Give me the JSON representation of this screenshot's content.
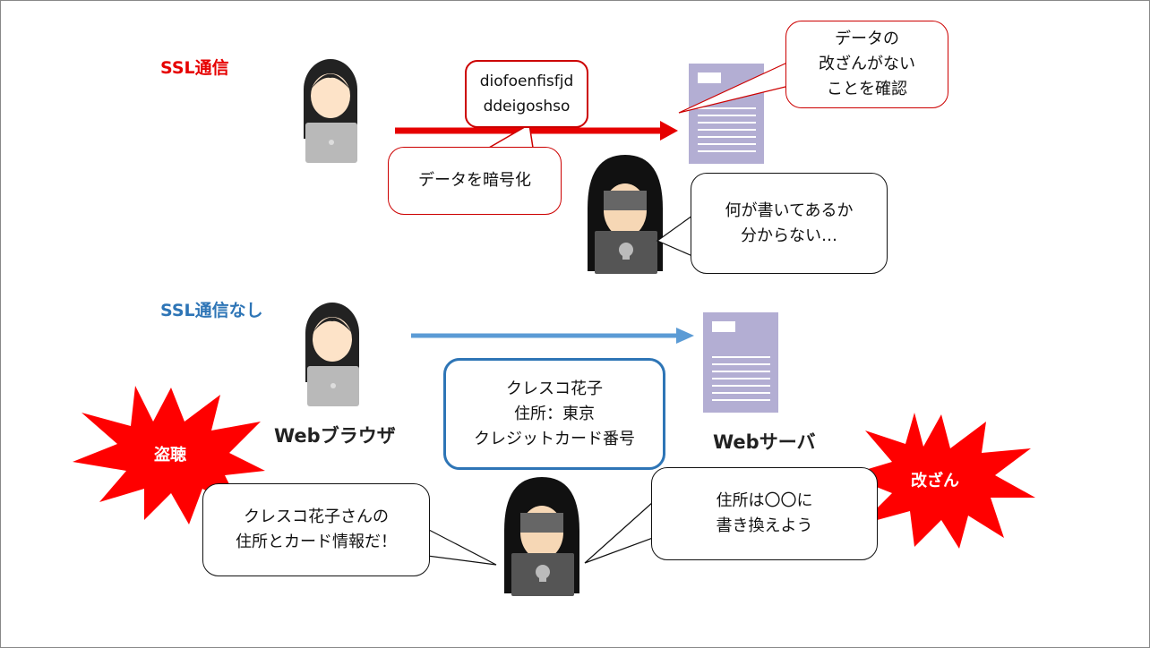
{
  "ssl": {
    "title": "SSL通信",
    "encrypted_data": "diofoenfisfjd\nddeigoshso",
    "encrypt_callout": "データを暗号化",
    "server_callout": "データの\n改ざんがない\nことを確認",
    "attacker_callout": "何が書いてあるか\n分からない…"
  },
  "no_ssl": {
    "title": "SSL通信なし",
    "browser_label": "Webブラウザ",
    "server_label": "Webサーバ",
    "plain_data": "クレスコ花子\n住所：東京\nクレジットカード番号",
    "eavesdrop_badge": "盗聴",
    "tamper_badge": "改ざん",
    "eavesdrop_callout": "クレスコ花子さんの\n住所とカード情報だ！",
    "tamper_callout": "住所は〇〇に\n書き換えよう"
  },
  "colors": {
    "ssl": "#e60000",
    "no_ssl": "#2e75b6",
    "server": "#b3aed3",
    "burst": "#ff0000"
  }
}
